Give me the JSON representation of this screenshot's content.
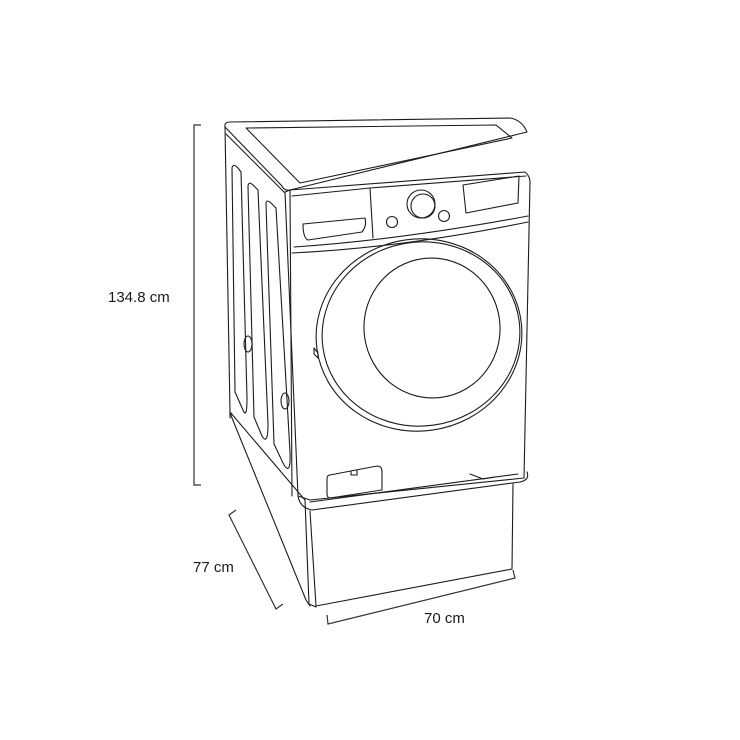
{
  "diagram": {
    "subject": "front-load washing machine on pedestal drawer",
    "style": "line drawing",
    "stroke_color": "#1c1c1c",
    "background": "#ffffff",
    "dimensions": {
      "height": {
        "label": "134.8 cm",
        "value": 134.8,
        "unit": "cm"
      },
      "depth": {
        "label": "77 cm",
        "value": 77,
        "unit": "cm"
      },
      "width": {
        "label": "70 cm",
        "value": 70,
        "unit": "cm"
      }
    },
    "parts": [
      "top-panel",
      "control-panel",
      "detergent-drawer",
      "control-knob",
      "buttons",
      "display",
      "door",
      "filter-cover",
      "side-ribs",
      "pedestal-drawer"
    ]
  }
}
